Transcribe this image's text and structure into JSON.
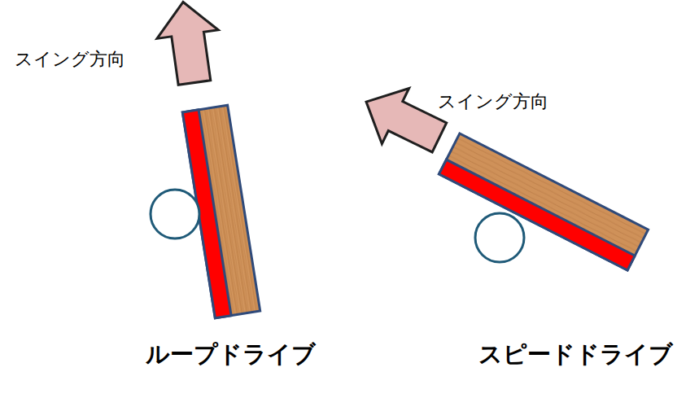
{
  "diagram": {
    "labels": [
      "スイング方向",
      "スイング方向",
      "ループドライブ",
      "スピードドライブ"
    ]
  }
}
